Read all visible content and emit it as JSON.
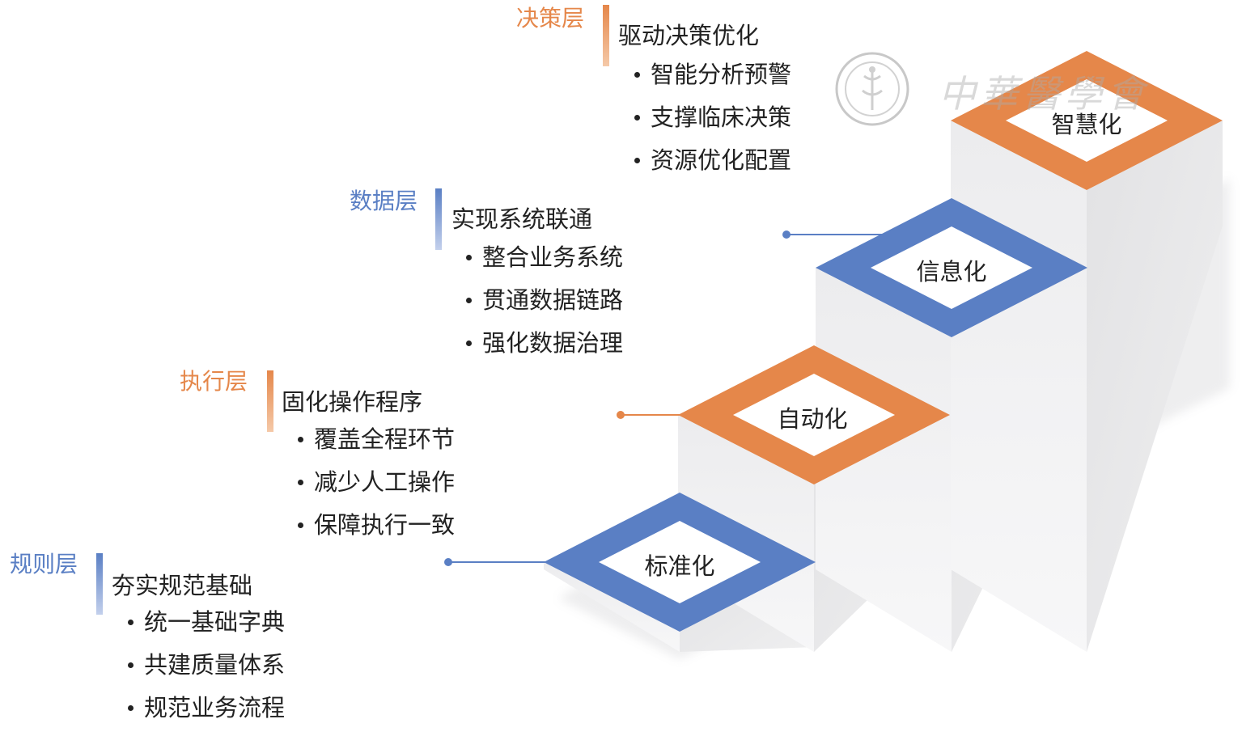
{
  "colors": {
    "orange": "#e5874a",
    "blue": "#5a7fc4",
    "side": "#e6e6e6",
    "front": "#f3f3f4"
  },
  "watermark": {
    "text": "中華醫學會",
    "seal_icon": "society-seal-icon"
  },
  "steps": [
    {
      "label": "标准化",
      "color": "blue"
    },
    {
      "label": "自动化",
      "color": "orange"
    },
    {
      "label": "信息化",
      "color": "blue"
    },
    {
      "label": "智慧化",
      "color": "orange"
    }
  ],
  "layers": [
    {
      "name": "规则层",
      "color": "blue",
      "goal": "夯实规范基础",
      "items": [
        "统一基础字典",
        "共建质量体系",
        "规范业务流程"
      ]
    },
    {
      "name": "执行层",
      "color": "orange",
      "goal": "固化操作程序",
      "items": [
        "覆盖全程环节",
        "减少人工操作",
        "保障执行一致"
      ]
    },
    {
      "name": "数据层",
      "color": "blue",
      "goal": "实现系统联通",
      "items": [
        "整合业务系统",
        "贯通数据链路",
        "强化数据治理"
      ]
    },
    {
      "name": "决策层",
      "color": "orange",
      "goal": "驱动决策优化",
      "items": [
        "智能分析预警",
        "支撑临床决策",
        "资源优化配置"
      ]
    }
  ]
}
